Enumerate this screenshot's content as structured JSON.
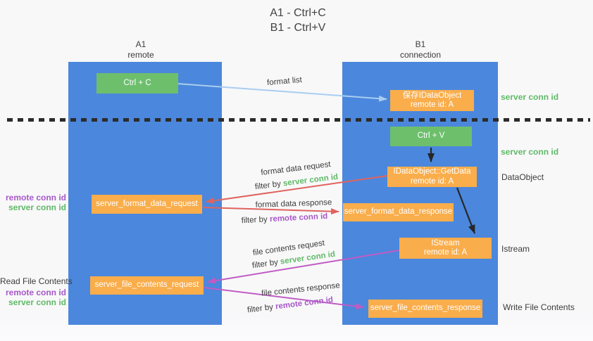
{
  "title": {
    "line1": "A1 - Ctrl+C",
    "line2": "B1 - Ctrl+V"
  },
  "lifelines": {
    "a1": {
      "name": "A1",
      "subtitle": "remote"
    },
    "b1": {
      "name": "B1",
      "subtitle": "connection"
    }
  },
  "nodes": {
    "ctrl_c": {
      "label": "Ctrl + C"
    },
    "save_idataobject": {
      "line1": "保存IDataObject",
      "line2": "remote id: A"
    },
    "ctrl_v": {
      "label": "Ctrl + V"
    },
    "idataobject_getdata": {
      "line1": "IDataObject::GetData",
      "line2": "remote id: A"
    },
    "server_format_data_request": {
      "label": "server_format_data_request"
    },
    "server_format_data_response": {
      "label": "server_format_data_response"
    },
    "istream": {
      "line1": "IStream",
      "line2": "remote id: A"
    },
    "server_file_contents_request": {
      "label": "server_file_contents_request"
    },
    "server_file_contents_response": {
      "label": "server_file_contents_response"
    }
  },
  "flow_labels": {
    "format_list": "format list",
    "format_data_request": "format data request",
    "format_data_response": "format data response",
    "file_contents_request": "file contents request",
    "file_contents_response": "file contents response",
    "filter_by": "filter by",
    "server_conn_id": "server conn id",
    "remote_conn_id": "remote conn id"
  },
  "side_labels": {
    "server_conn_id_top": "server conn id",
    "server_conn_id_mid": "server conn id",
    "dataobject": "DataObject",
    "istream": "Istream",
    "write_file_contents": "Write File Contents",
    "read_file_contents": "Read File Contents",
    "remote_conn_id_format": "remote conn id",
    "server_conn_id_format": "server conn id",
    "remote_conn_id_file": "remote conn id",
    "server_conn_id_file": "server conn id"
  },
  "colors": {
    "column_blue": "#4b87dc",
    "box_green": "#6dbf6c",
    "box_orange": "#f9ad4b",
    "arrow_blue": "#a9cdf0",
    "arrow_red": "#e0635d",
    "arrow_magenta": "#c05cc4",
    "arrow_black": "#262626",
    "conn_green": "#5fba66",
    "conn_purple": "#a757c8",
    "text_dark": "#3c3c3c"
  }
}
